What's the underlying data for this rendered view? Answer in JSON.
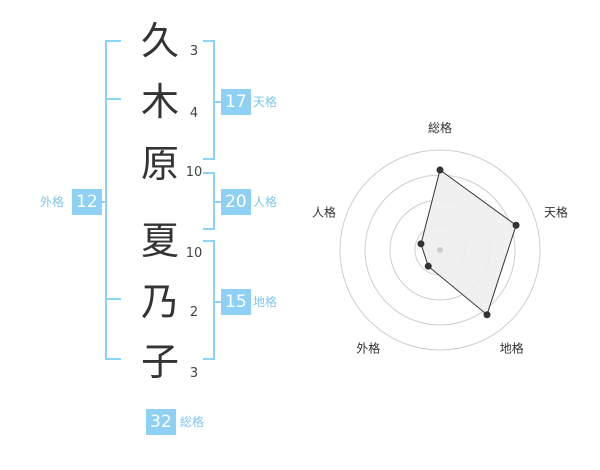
{
  "name": {
    "chars": [
      {
        "char": "久",
        "strokes": "3"
      },
      {
        "char": "木",
        "strokes": "4"
      },
      {
        "char": "原",
        "strokes": "10"
      },
      {
        "char": "夏",
        "strokes": "10"
      },
      {
        "char": "乃",
        "strokes": "2"
      },
      {
        "char": "子",
        "strokes": "3"
      }
    ]
  },
  "fortunes": {
    "tenkaku": {
      "value": "17",
      "label": "天格"
    },
    "jinkaku": {
      "value": "20",
      "label": "人格"
    },
    "chikaku": {
      "value": "15",
      "label": "地格"
    },
    "gaikaku": {
      "value": "12",
      "label": "外格"
    },
    "soukaku": {
      "value": "32",
      "label": "総格"
    }
  },
  "colors": {
    "accent": "#8fd0f5",
    "accent_text": "#7fc6ee",
    "radar_fill": "#eeeeee",
    "radar_line": "#333333"
  },
  "chart_data": {
    "type": "radar",
    "axes": [
      "総格",
      "天格",
      "地格",
      "外格",
      "人格"
    ],
    "values": [
      4,
      4,
      4,
      1,
      1
    ],
    "rmax": 5,
    "rings": 4,
    "grid": true
  }
}
